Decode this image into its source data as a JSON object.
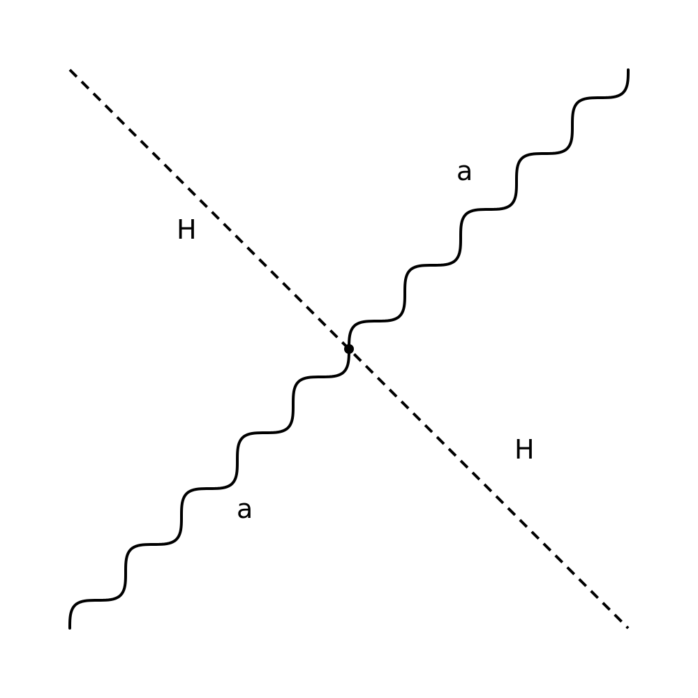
{
  "labels": {
    "higgs_upper": "H",
    "higgs_lower": "H",
    "axion_upper": "a",
    "axion_lower": "a"
  },
  "colors": {
    "line": "#000000",
    "background": "#ffffff"
  }
}
